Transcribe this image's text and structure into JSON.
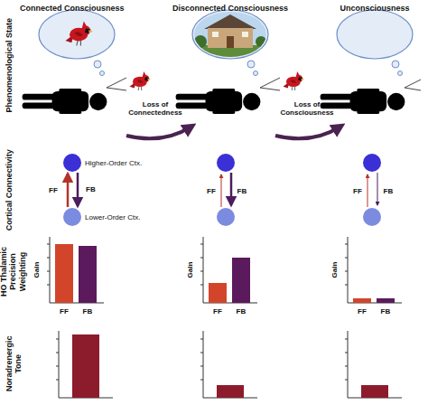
{
  "diagram": {
    "nodes": [
      {
        "text": [
          "Higher-Order Ctx."
        ]
      },
      {
        "text": [
          "Lower-Order Ctx."
        ]
      }
    ],
    "edges": [
      {
        "from": 1,
        "to": 0,
        "label": "FF",
        "arrow": "to"
      },
      {
        "from": 0,
        "to": 1,
        "label": "FB",
        "arrow": "to"
      }
    ],
    "labels": [
      "Connected Consciousness",
      "Disconnected Consciousness",
      "Unconsciousness",
      "Phenomenological State",
      "Cortical Connectivity",
      "HO Thalamic Precision Weighting",
      "Noradrenergic Tone",
      "Loss of Connectedness",
      "Loss of Consciousness",
      "FF",
      "FB",
      "FF",
      "FB",
      "Gain",
      "FF",
      "FB",
      "Gain",
      "FF",
      "FB",
      "Gain",
      "FF",
      "FB"
    ]
  }
}
